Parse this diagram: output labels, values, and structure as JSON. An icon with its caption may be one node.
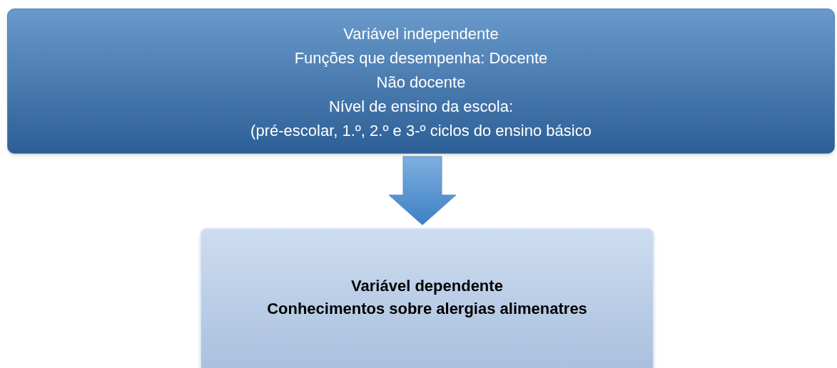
{
  "diagram": {
    "nodes": [
      {
        "text": [
          "Variável independente",
          "Funções que desempenha: Docente",
          "Não docente",
          "Nível de ensino da escola:",
          "(pré-escolar, 1.º, 2.º e 3-º ciclos do ensino básico"
        ]
      },
      {
        "text": [
          "Variável dependente",
          "Conhecimentos sobre alergias alimenatres"
        ]
      }
    ],
    "edges": [
      {
        "from": 0,
        "to": 1,
        "arrow": "to"
      }
    ]
  }
}
